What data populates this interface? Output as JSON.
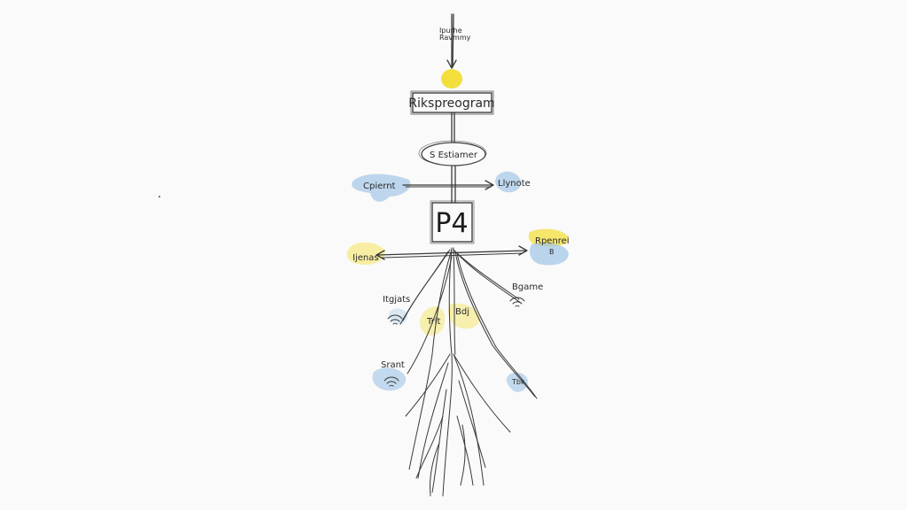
{
  "colors": {
    "yellow": "#f3df3c",
    "blue": "#9ec3e6",
    "ink": "#2a2a2a",
    "paper": "#fafafa"
  },
  "diagram": {
    "top_label_line1": "Ipurhe",
    "top_label_line2": "Ravmmy",
    "box_top": "Rikspreogram",
    "ellipse": "S Estiamer",
    "left_label_1": "Cpiernt",
    "right_label_1": "Llynote",
    "center_box": "P4",
    "left_label_2": "Ijenas",
    "right_label_2_line1": "Rpenrei",
    "right_label_2_line2": "B",
    "left_branch_1": "Itgjats",
    "left_branch_2": "Srant",
    "mid_branch_1": "Trit",
    "mid_branch_2": "Bdj",
    "right_branch_1": "Bgame",
    "right_branch_2": "Tbk",
    "wifi_icon_names": [
      "wifi-icon",
      "wifi-icon",
      "wifi-icon"
    ]
  }
}
